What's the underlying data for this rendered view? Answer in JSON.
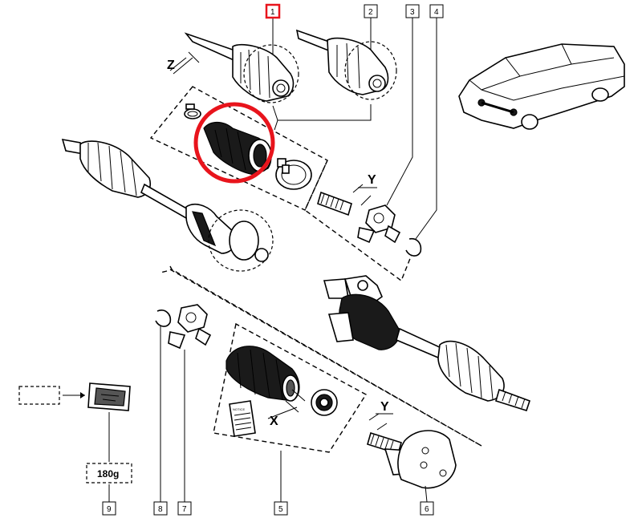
{
  "callouts": [
    {
      "id": "c1",
      "label": "1"
    },
    {
      "id": "c2",
      "label": "2"
    },
    {
      "id": "c3",
      "label": "3"
    },
    {
      "id": "c4",
      "label": "4"
    },
    {
      "id": "c5",
      "label": "5"
    },
    {
      "id": "c6",
      "label": "6"
    },
    {
      "id": "c7",
      "label": "7"
    },
    {
      "id": "c8",
      "label": "8"
    },
    {
      "id": "c9",
      "label": "9"
    }
  ],
  "dimensions": {
    "z": "Z",
    "y_upper": "Y",
    "y_lower": "Y",
    "x": "X"
  },
  "grease": {
    "weight": "180g"
  },
  "notice": {
    "title": "NOTICE"
  },
  "colors": {
    "highlight_ring": "#e8141c",
    "selected_callout_border": "#e8141c",
    "line": "#000000"
  },
  "selected_callout": "1"
}
